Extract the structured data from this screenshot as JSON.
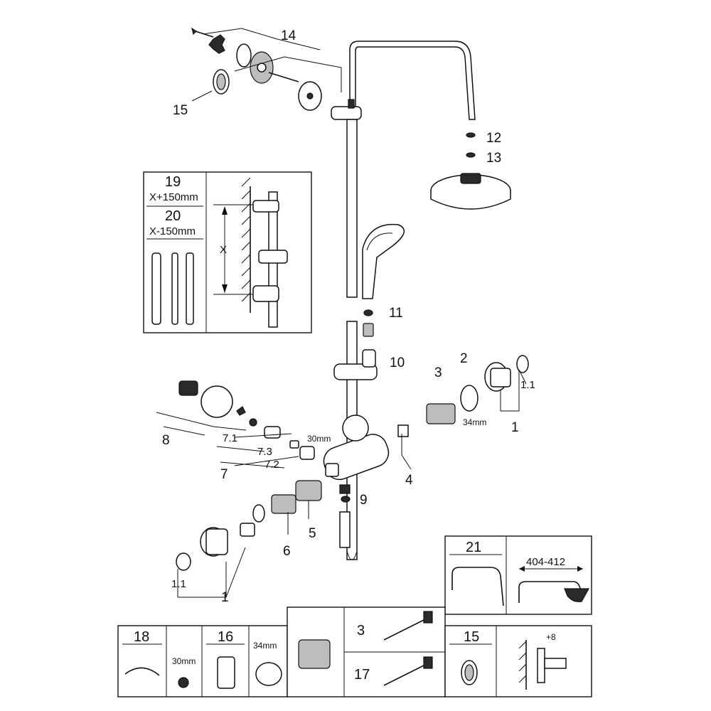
{
  "callouts": {
    "c14": "14",
    "c15": "15",
    "c12": "12",
    "c13": "13",
    "c11": "11",
    "c10": "10",
    "c2": "2",
    "c3": "3",
    "c1_1_right": "1.1",
    "c1_right": "1",
    "c4": "4",
    "c8": "8",
    "c7_1": "7.1",
    "c7_3": "7.3",
    "c7_2": "7.2",
    "c7": "7",
    "c9": "9",
    "c5": "5",
    "c6": "6",
    "c1_1_left": "1.1",
    "c1_left": "1",
    "dim_30mm": "30mm",
    "dim_34mm": "34mm"
  },
  "box_19_20": {
    "n19": "19",
    "x_plus": "X+150mm",
    "n20": "20",
    "x_minus": "X-150mm",
    "x_label": "X"
  },
  "box_21": {
    "n21": "21",
    "dim": "404-412"
  },
  "bottom_boxes": {
    "n18": "18",
    "dim18": "30mm",
    "n16": "16",
    "dim16": "34mm",
    "n3": "3",
    "n17": "17",
    "n15": "15",
    "dim15": "+8"
  }
}
